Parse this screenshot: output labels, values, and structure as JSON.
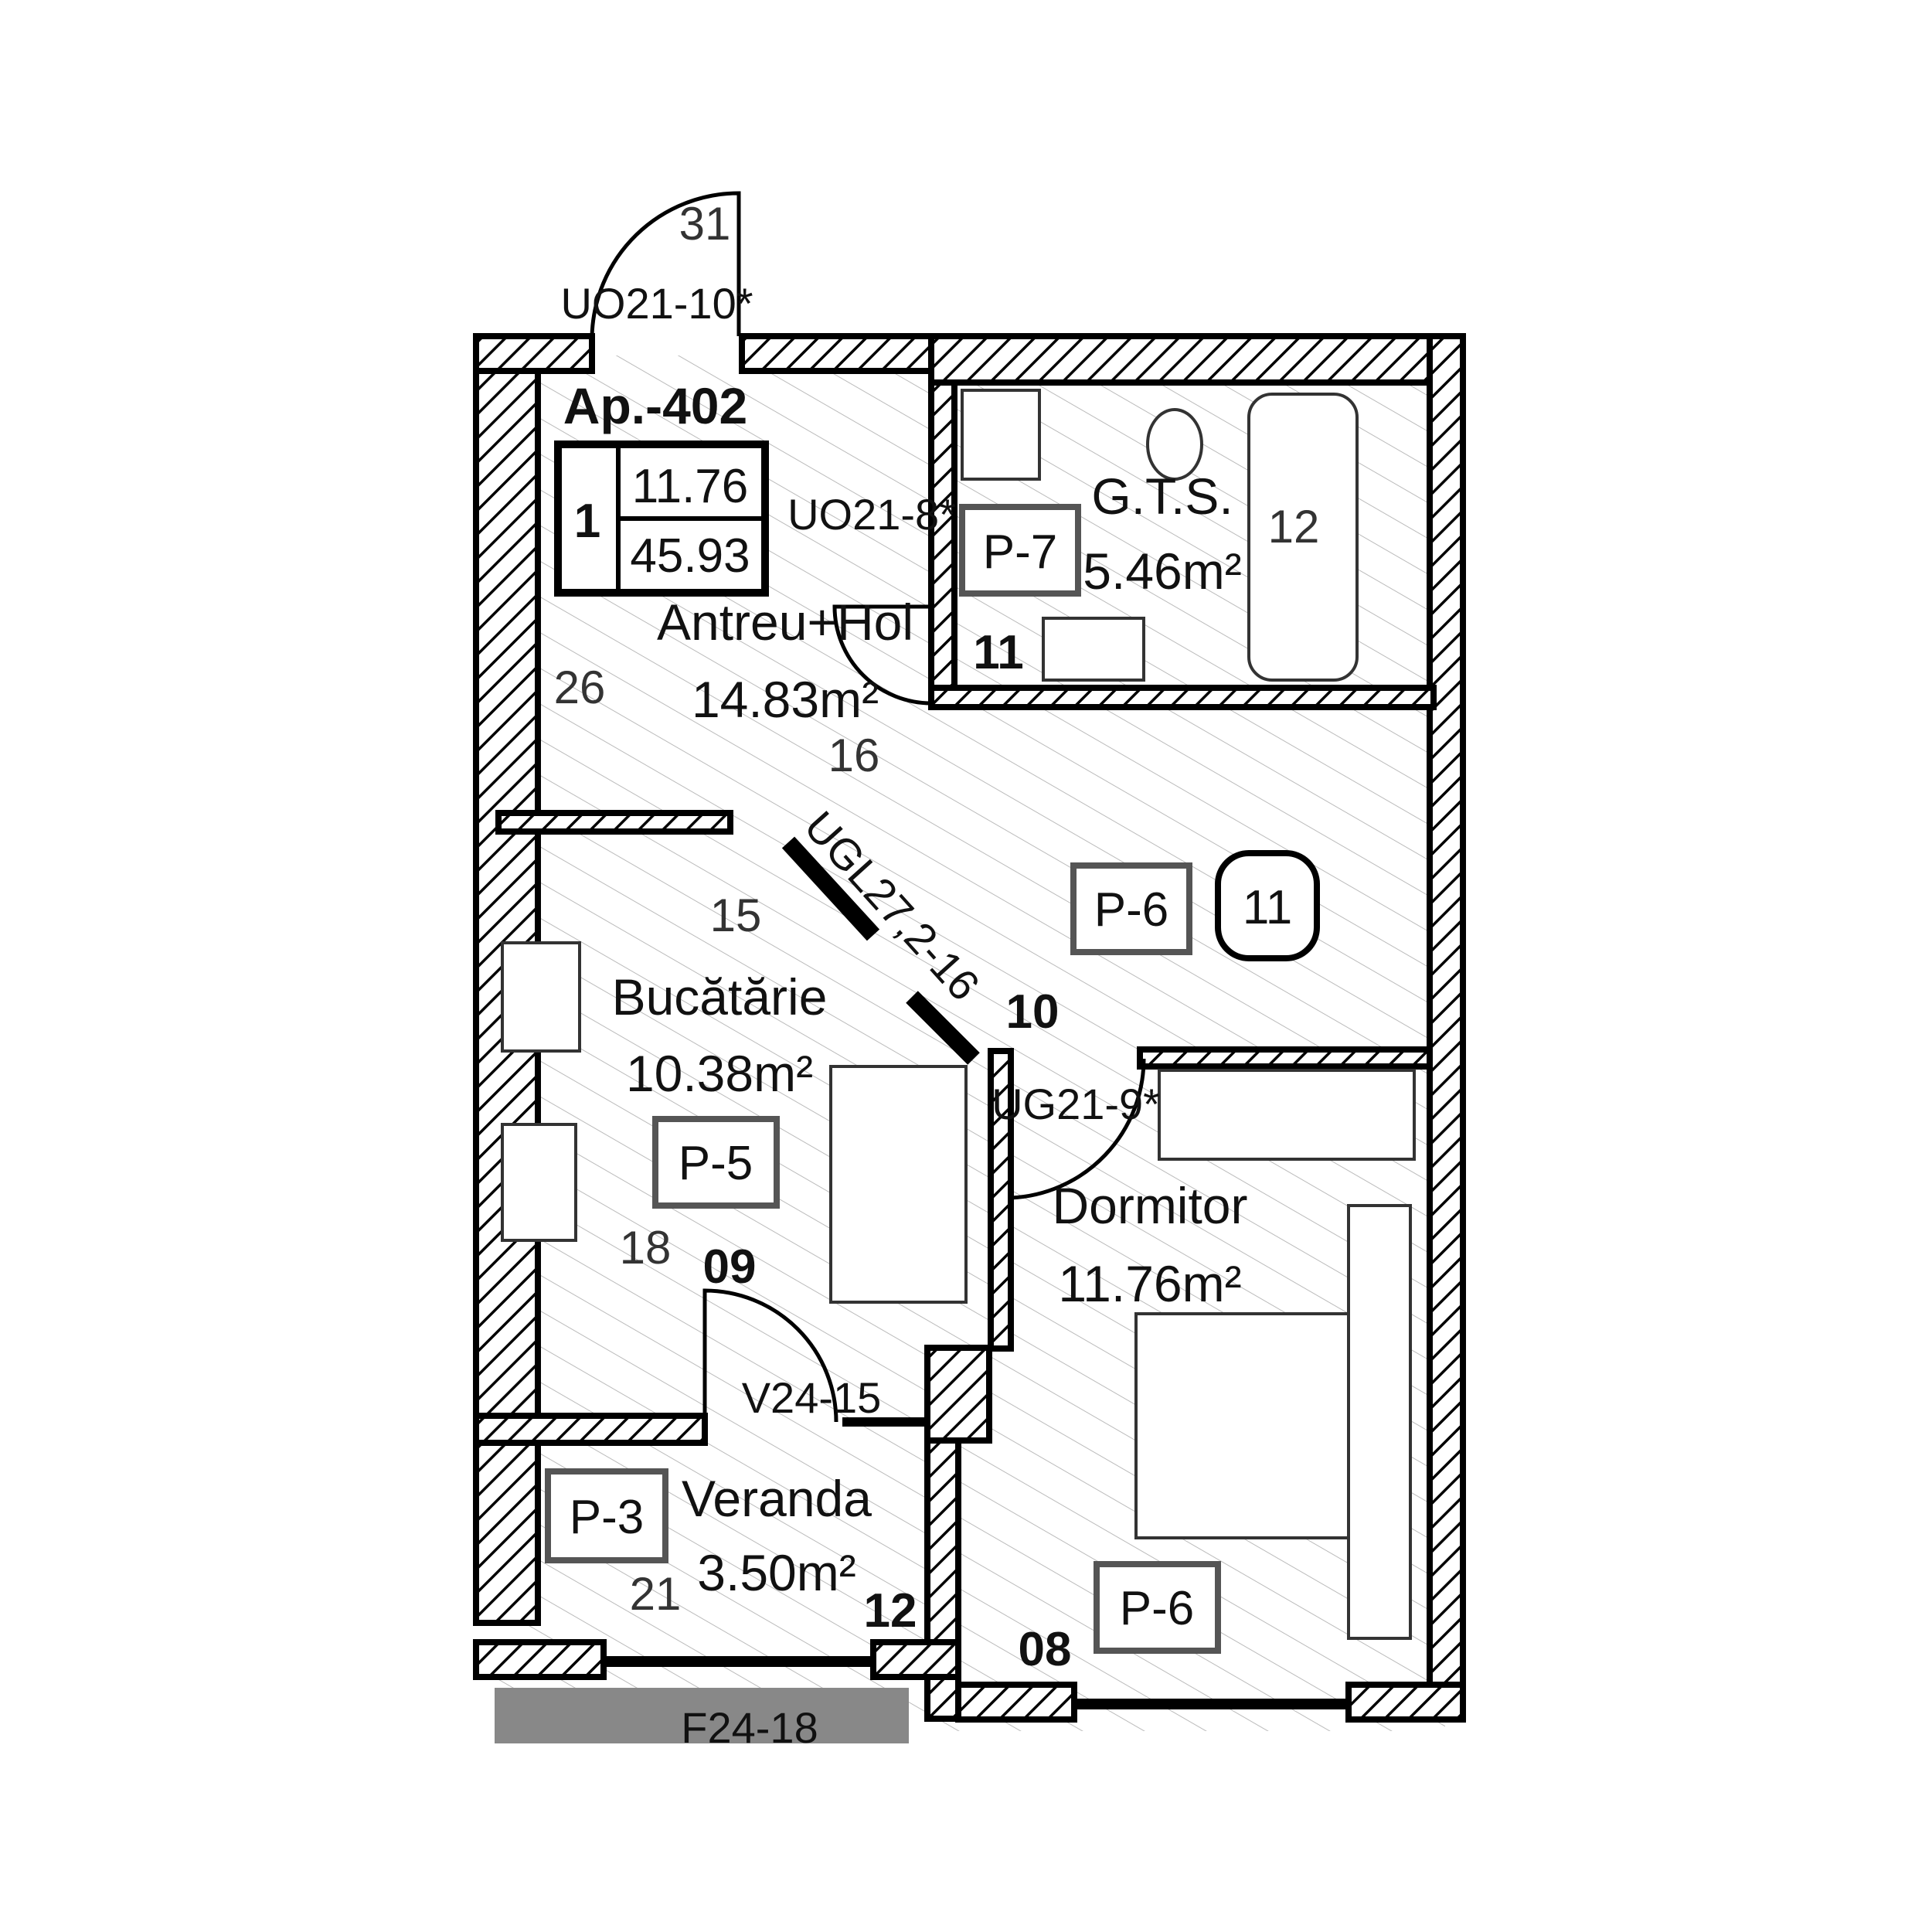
{
  "apartment": {
    "title": "Ap.-402",
    "rooms_count": "1",
    "living_area": "11.76",
    "total_area": "45.93"
  },
  "rooms": {
    "hall": {
      "name": "Antreu+Hol",
      "area": "14.83m²"
    },
    "bathroom": {
      "name": "G.T.S.",
      "area": "5.46m²",
      "floor_code": "P-7"
    },
    "kitchen": {
      "name": "Bucătărie",
      "area": "10.38m²",
      "floor_code": "P-5"
    },
    "bedroom": {
      "name": "Dormitor",
      "area": "11.76m²",
      "floor_code": "P-6",
      "floor_code_2": "P-6"
    },
    "veranda": {
      "name": "Veranda",
      "area": "3.50m²",
      "floor_code": "P-3"
    },
    "living_zone": {
      "floor_code": "P-6",
      "circle_label": "11"
    }
  },
  "doors": {
    "entry": "UO21-10*",
    "bathroom": "UO21-8*",
    "kitchen_glass": "UGL27,2-16",
    "bedroom": "UG21-9*",
    "veranda": "V24-15",
    "window": "F24-18"
  },
  "markers": {
    "m31": "31",
    "m26": "26",
    "m16": "16",
    "m15": "15",
    "m18": "18",
    "m21": "21",
    "m12_bath": "12",
    "b11": "11",
    "b10": "10",
    "b09": "09",
    "b12": "12",
    "b08": "08"
  }
}
